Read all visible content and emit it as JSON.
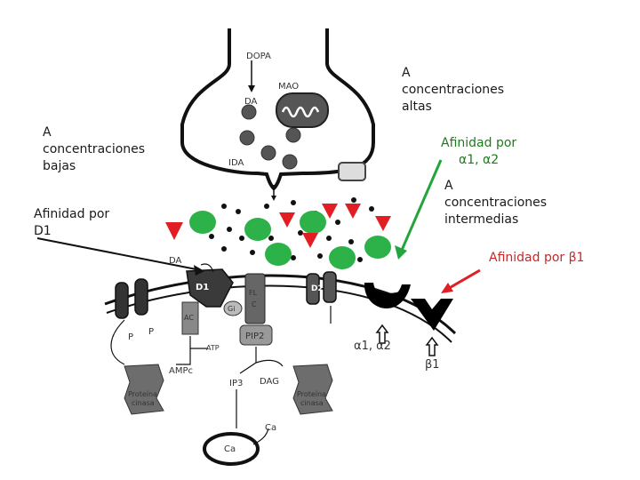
{
  "labels": {
    "high": [
      "A",
      "concentraciones",
      "altas"
    ],
    "low": [
      "A",
      "concentraciones",
      "bajas"
    ],
    "intermediate": [
      "A",
      "concentraciones",
      "intermedias"
    ],
    "affinity_alpha": [
      "Afinidad por",
      "α1, α2"
    ],
    "affinity_d1": [
      "Afinidad por",
      "D1"
    ],
    "affinity_beta": "Afinidad por β1",
    "alpha_receptor": "α1, α2",
    "beta_receptor": "β1"
  },
  "diagram_text": {
    "dopa": "DOPA",
    "da_top": "DA",
    "mao": "MAO",
    "ida": "IDA",
    "da_cleft": "DA",
    "d1": "D1",
    "d2": "D2",
    "gi": "Gi",
    "fl": "FL",
    "c": "C",
    "ac": "AC",
    "pip2": "PIP2",
    "p1": "P",
    "p2": "P",
    "atp": "ATP",
    "ampc": "AMPc",
    "ip3": "IP3",
    "dag": "DAG",
    "kinase1": [
      "Proteína",
      "cinasa"
    ],
    "kinase2": [
      "Proteína",
      "cinasa"
    ],
    "ca1": "Ca",
    "ca2": "Ca"
  },
  "colors": {
    "green": "#2db24a",
    "red": "#e01e24",
    "label_green": "#1f7a1f",
    "label_red": "#c62828",
    "arrow_green": "#22a53a",
    "arrow_red": "#e01e24"
  }
}
